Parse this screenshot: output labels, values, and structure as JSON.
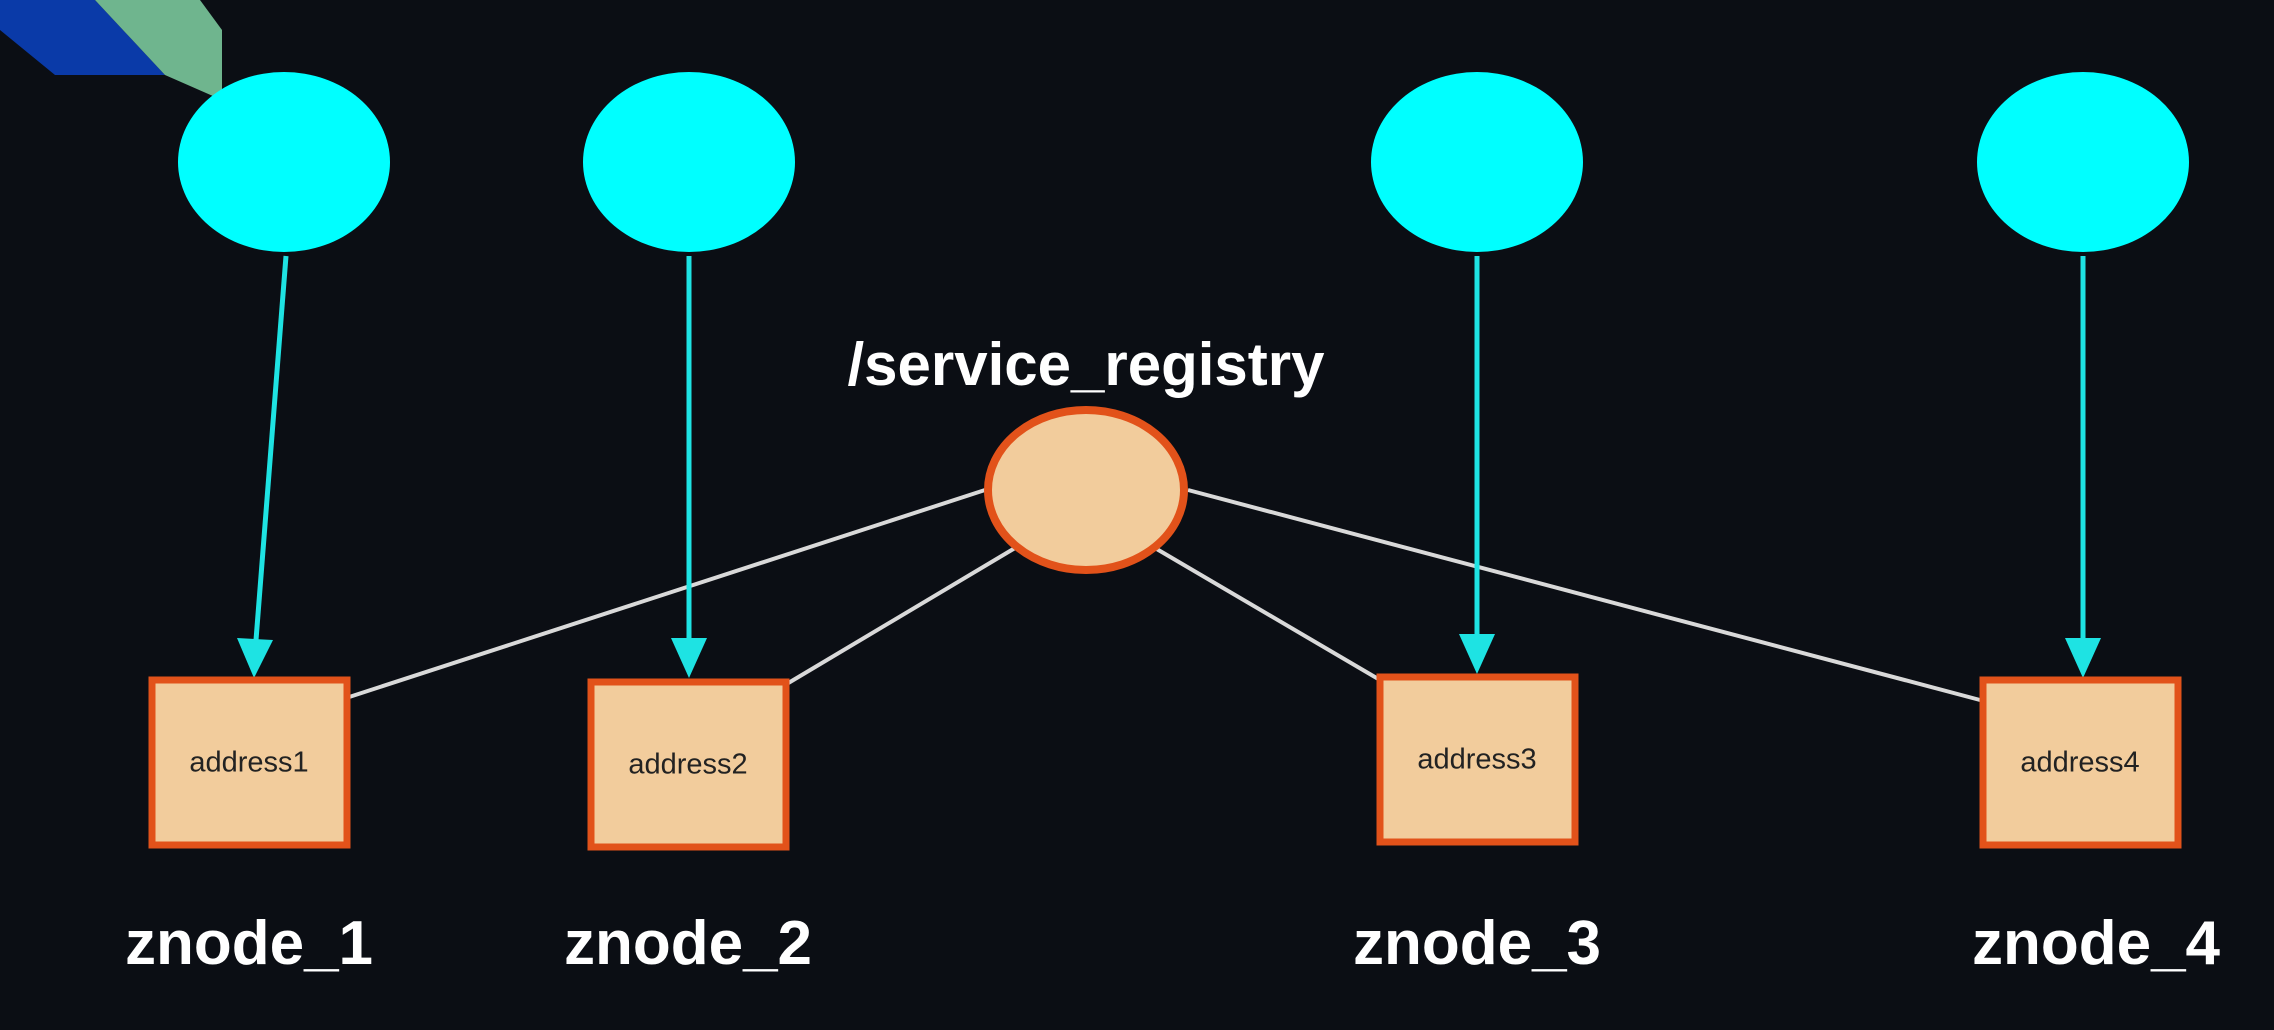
{
  "root": {
    "label": "/service_registry"
  },
  "znodes": [
    {
      "name": "znode_1",
      "address": "address1"
    },
    {
      "name": "znode_2",
      "address": "address2"
    },
    {
      "name": "znode_3",
      "address": "address3"
    },
    {
      "name": "znode_4",
      "address": "address4"
    }
  ],
  "colors": {
    "background": "#0b0e14",
    "client_node": "#00ffff",
    "arrow": "#1ee3e3",
    "registry_fill": "#f2cc9c",
    "registry_stroke": "#e2521a",
    "edge": "#d9d9d9",
    "logo_blue": "#0a3aa8",
    "logo_green": "#6fb58e"
  },
  "icons": [
    "logo-corner-icon"
  ]
}
